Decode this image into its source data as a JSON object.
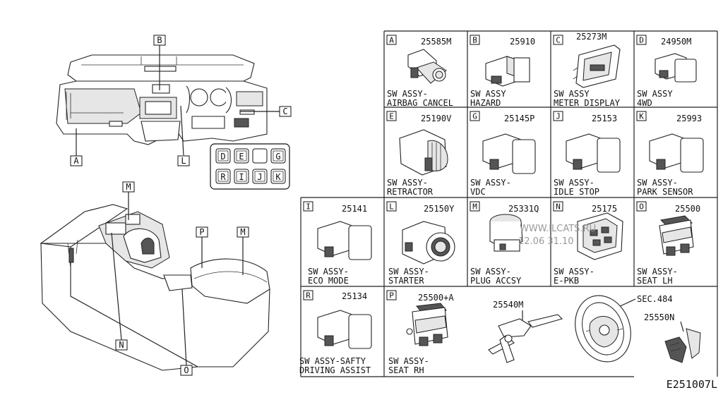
{
  "diagram_code": "E251007L",
  "overview_labels": {
    "A": "A",
    "B": "B",
    "C": "C",
    "L": "L",
    "D": "D",
    "E": "E",
    "G": "G",
    "R": "R",
    "I": "I",
    "J": "J",
    "K": "K",
    "M": "M",
    "P": "P",
    "M2": "M",
    "N": "N",
    "O": "O"
  },
  "cells": [
    {
      "letter": "A",
      "part": "25585M",
      "line1": "SW ASSY-",
      "line2": "AIRBAG CANCEL"
    },
    {
      "letter": "B",
      "part": "25910",
      "line1": "SW ASSY",
      "line2": "HAZARD"
    },
    {
      "letter": "C",
      "part": "25273M",
      "line1": "SW ASSY",
      "line2": "METER DISPLAY"
    },
    {
      "letter": "D",
      "part": "24950M",
      "line1": "SW ASSY",
      "line2": "4WD"
    },
    {
      "letter": "E",
      "part": "25190V",
      "line1": "SW ASSY-",
      "line2": "RETRACTOR"
    },
    {
      "letter": "G",
      "part": "25145P",
      "line1": "SW ASSY-",
      "line2": "VDC"
    },
    {
      "letter": "J",
      "part": "25153",
      "line1": "SW ASSY-",
      "line2": "IDLE STOP"
    },
    {
      "letter": "K",
      "part": "25993",
      "line1": "SW ASSY-",
      "line2": "PARK SENSOR"
    },
    {
      "letter": "I",
      "part": "25141",
      "line1": "SW ASSY-",
      "line2": "ECO MODE"
    },
    {
      "letter": "L",
      "part": "25150Y",
      "line1": "SW ASSY-",
      "line2": "STARTER"
    },
    {
      "letter": "M",
      "part": "25331Q",
      "line1": "SW ASSY-",
      "line2": "PLUG ACCSY"
    },
    {
      "letter": "N",
      "part": "25175",
      "line1": "SW ASSY-",
      "line2": "E-PKB"
    },
    {
      "letter": "O",
      "part": "25500",
      "line1": "SW ASSY-",
      "line2": "SEAT LH"
    },
    {
      "letter": "R",
      "part": "25134",
      "line1": "SW ASSY-SAFTY",
      "line2": "DRIVING ASSIST"
    },
    {
      "letter": "P",
      "part": "25500+A",
      "line1": "SW ASSY-",
      "line2": "SEAT RH"
    }
  ],
  "steering": {
    "part1": "25540M",
    "part2": "SEC.484",
    "part3": "25550N"
  },
  "watermark": {
    "line1": "WWW.ILCATS.RU",
    "line2": "12.06 31.10"
  }
}
